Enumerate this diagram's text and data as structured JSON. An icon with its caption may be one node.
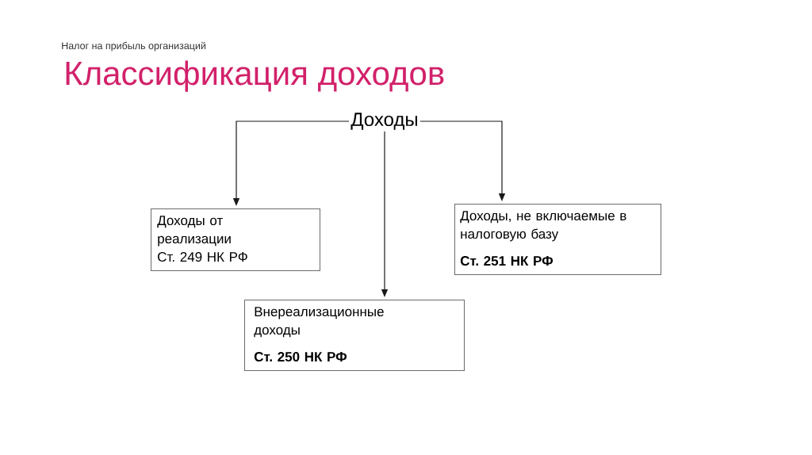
{
  "diagram": {
    "title": "Классификация доходов",
    "nodes": [
      {
        "text": [
          "Доходы"
        ]
      },
      {
        "text": [
          "Доходы от реализации",
          "Ст. 249 НК РФ"
        ]
      },
      {
        "text": [
          "Доходы, не включаемые в налоговую базу",
          "Ст. 251 НК РФ"
        ]
      },
      {
        "text": [
          "Внереализационные доходы",
          "Ст. 250 НК РФ"
        ]
      }
    ],
    "edges": [
      {
        "from": 0,
        "to": 1,
        "arrow": "to"
      },
      {
        "from": 0,
        "to": 3,
        "arrow": "to"
      },
      {
        "from": 0,
        "to": 2,
        "arrow": "to"
      }
    ],
    "labels": [
      "Налог на прибыль организаций"
    ]
  }
}
